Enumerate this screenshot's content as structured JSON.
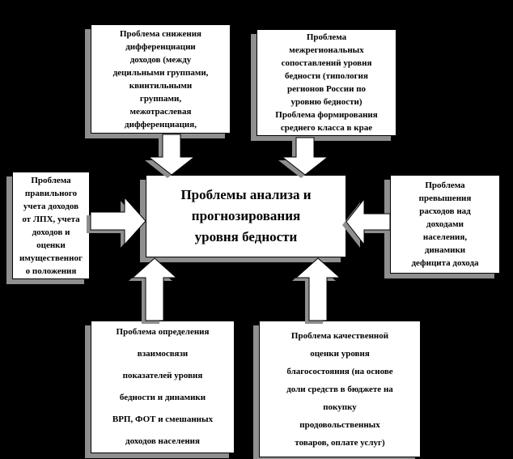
{
  "diagram": {
    "title": "Проблемы анализа и прогнозирования уровня бедности",
    "center": {
      "text": "Проблемы анализа и\nпрогнозирования\nуровня бедности"
    },
    "boxes": {
      "top_left": {
        "text": "Проблема снижения\nдифференциации\nдоходов (между\nдецильными группами,\nквинтильными\nгруппами,\nмежотраслевая\nдифференциация,"
      },
      "top_right": {
        "text": "Проблема\nмежрегиональных\nсопоставлений уровня\nбедности (типология\nрегионов России по\nуровню бедности)\nПроблема формирования\nсреднего класса в крае"
      },
      "left": {
        "text": "Проблема\nправильного\nучета доходов\nот ЛПХ, учета\nдоходов и\nоценки\nимущественног\nо положения"
      },
      "right": {
        "text": "Проблема\nпревышения\nрасходов над\nдоходами\nнаселения,\nдинамики\nдефицита дохода"
      },
      "bottom_left": {
        "text": "Проблема определения\nвзаимосвязи\nпоказателей уровня\nбедности и динамики\nВРП, ФОТ и смешанных\nдоходов населения"
      },
      "bottom_right": {
        "text": "Проблема качественной\nоценки уровня\nблагосостояния (на основе\nдоли средств в бюджете на\nпокупку\nпродовольственных\nтоваров, оплате услуг)"
      }
    },
    "arrows": [
      {
        "name": "arrow-top-left-to-center",
        "direction": "down"
      },
      {
        "name": "arrow-top-right-to-center",
        "direction": "down"
      },
      {
        "name": "arrow-left-to-center",
        "direction": "right"
      },
      {
        "name": "arrow-right-to-center",
        "direction": "left"
      },
      {
        "name": "arrow-bottom-left-to-center",
        "direction": "up"
      },
      {
        "name": "arrow-bottom-right-to-center",
        "direction": "up"
      }
    ]
  },
  "colors": {
    "background": "#000000",
    "box_fill": "#ffffff",
    "box_border": "#000000",
    "shadow": "#8f8f8f",
    "arrow_fill": "#ffffff",
    "text": "#000000"
  }
}
